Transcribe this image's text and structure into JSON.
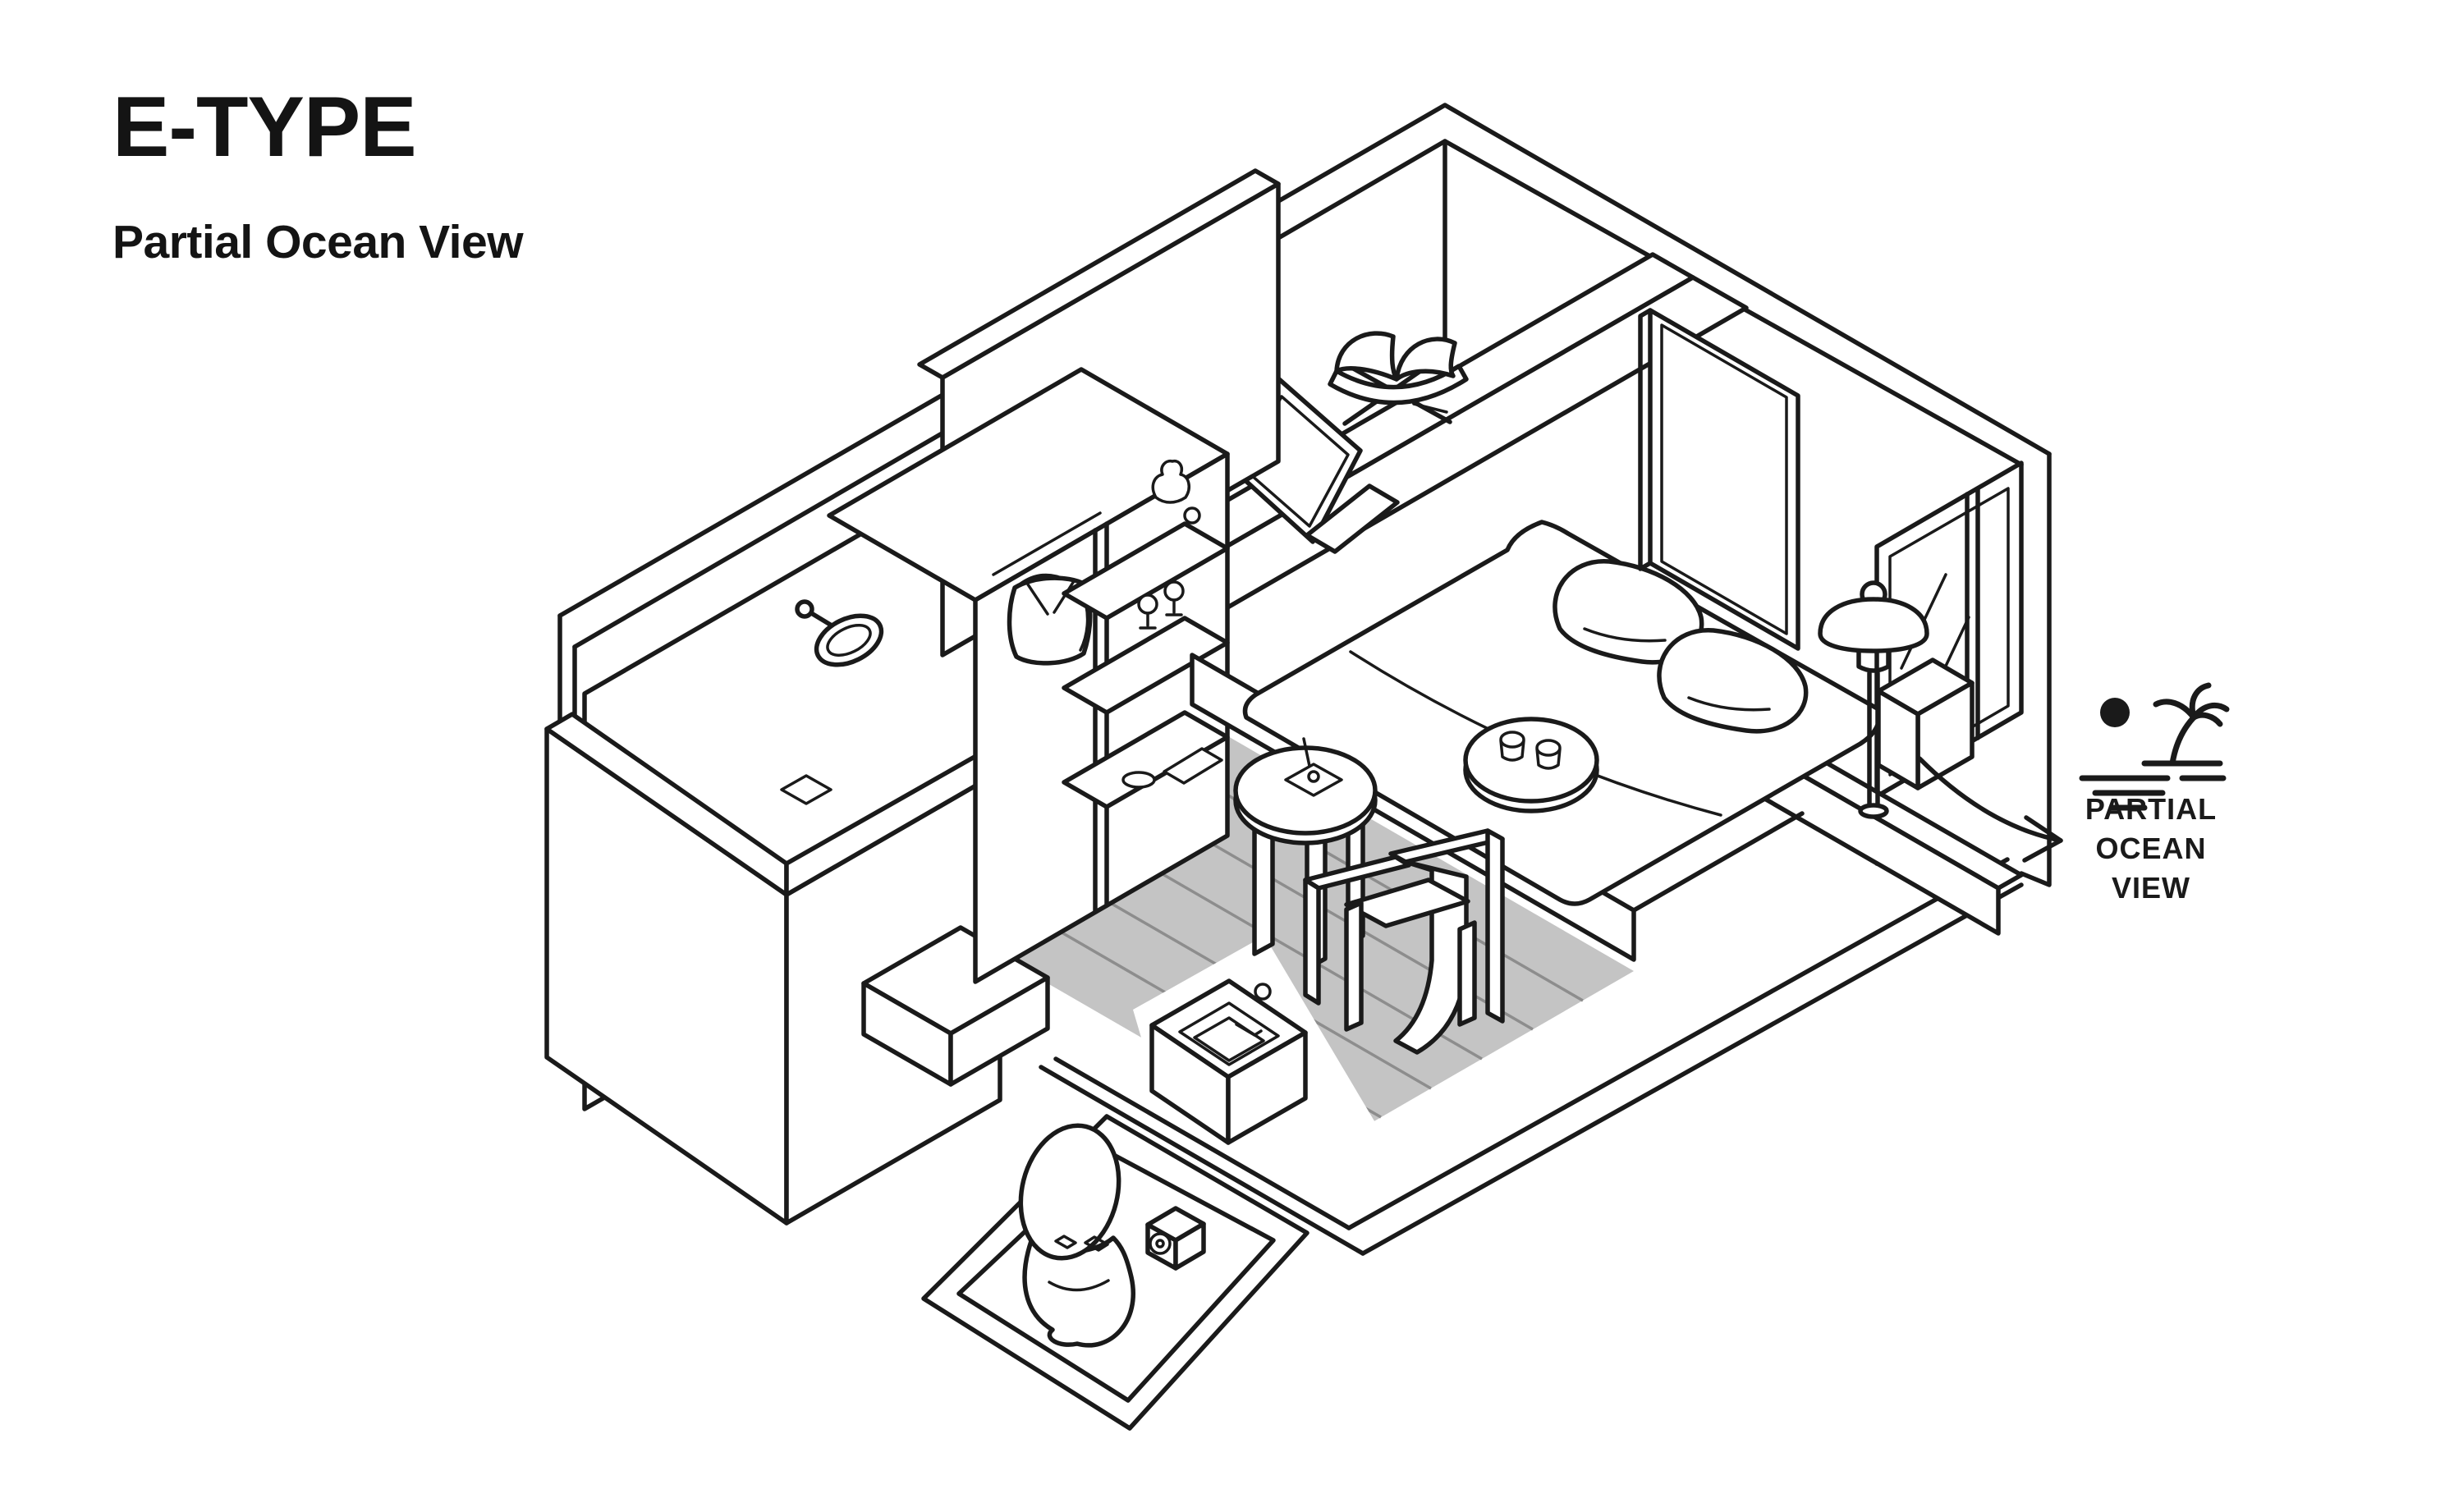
{
  "header": {
    "title": "E-TYPE",
    "subtitle": "Partial Ocean View"
  },
  "annotation": {
    "line1": "PARTIAL",
    "line2": "OCEAN",
    "line3": "VIEW"
  },
  "colors": {
    "background": "#ffffff",
    "line": "#1a1a1a",
    "floor_fill": "#c4c4c4",
    "plank_line": "#8d8d8d",
    "text": "#141414"
  },
  "icons": {
    "ocean_view": "sun-palm-waves-icon",
    "pointer": "curved-arrow-icon"
  }
}
